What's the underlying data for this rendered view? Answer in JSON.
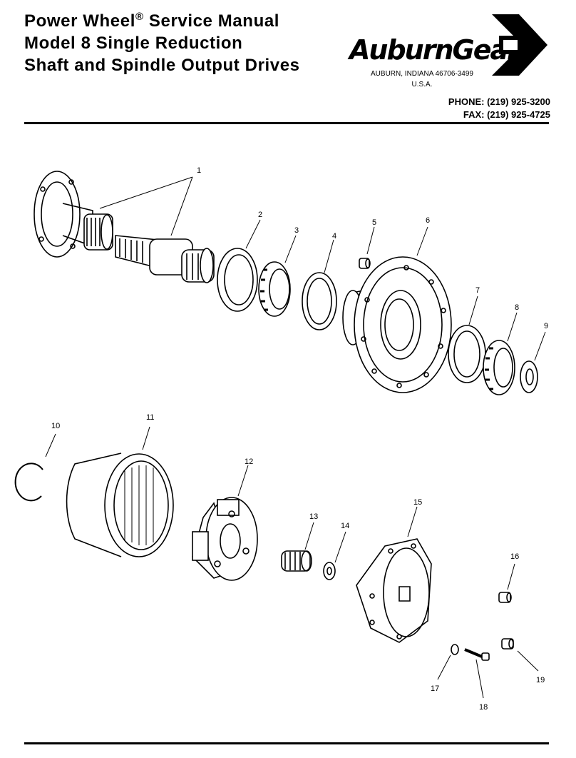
{
  "header": {
    "title_line1_a": "Power Wheel",
    "title_line1_reg": "®",
    "title_line1_b": " Service Manual",
    "title_line2": "Model 8 Single Reduction",
    "title_line3": "Shaft and Spindle Output Drives",
    "brand": "AuburnGear",
    "address_line1": "AUBURN, INDIANA 46706-3499",
    "address_line2": "U.S.A.",
    "phone": "PHONE: (219) 925-3200",
    "fax": "FAX: (219) 925-4725"
  },
  "callouts": [
    "1",
    "2",
    "3",
    "4",
    "5",
    "6",
    "7",
    "8",
    "9",
    "10",
    "11",
    "12",
    "13",
    "14",
    "15",
    "16",
    "17",
    "18",
    "19"
  ]
}
